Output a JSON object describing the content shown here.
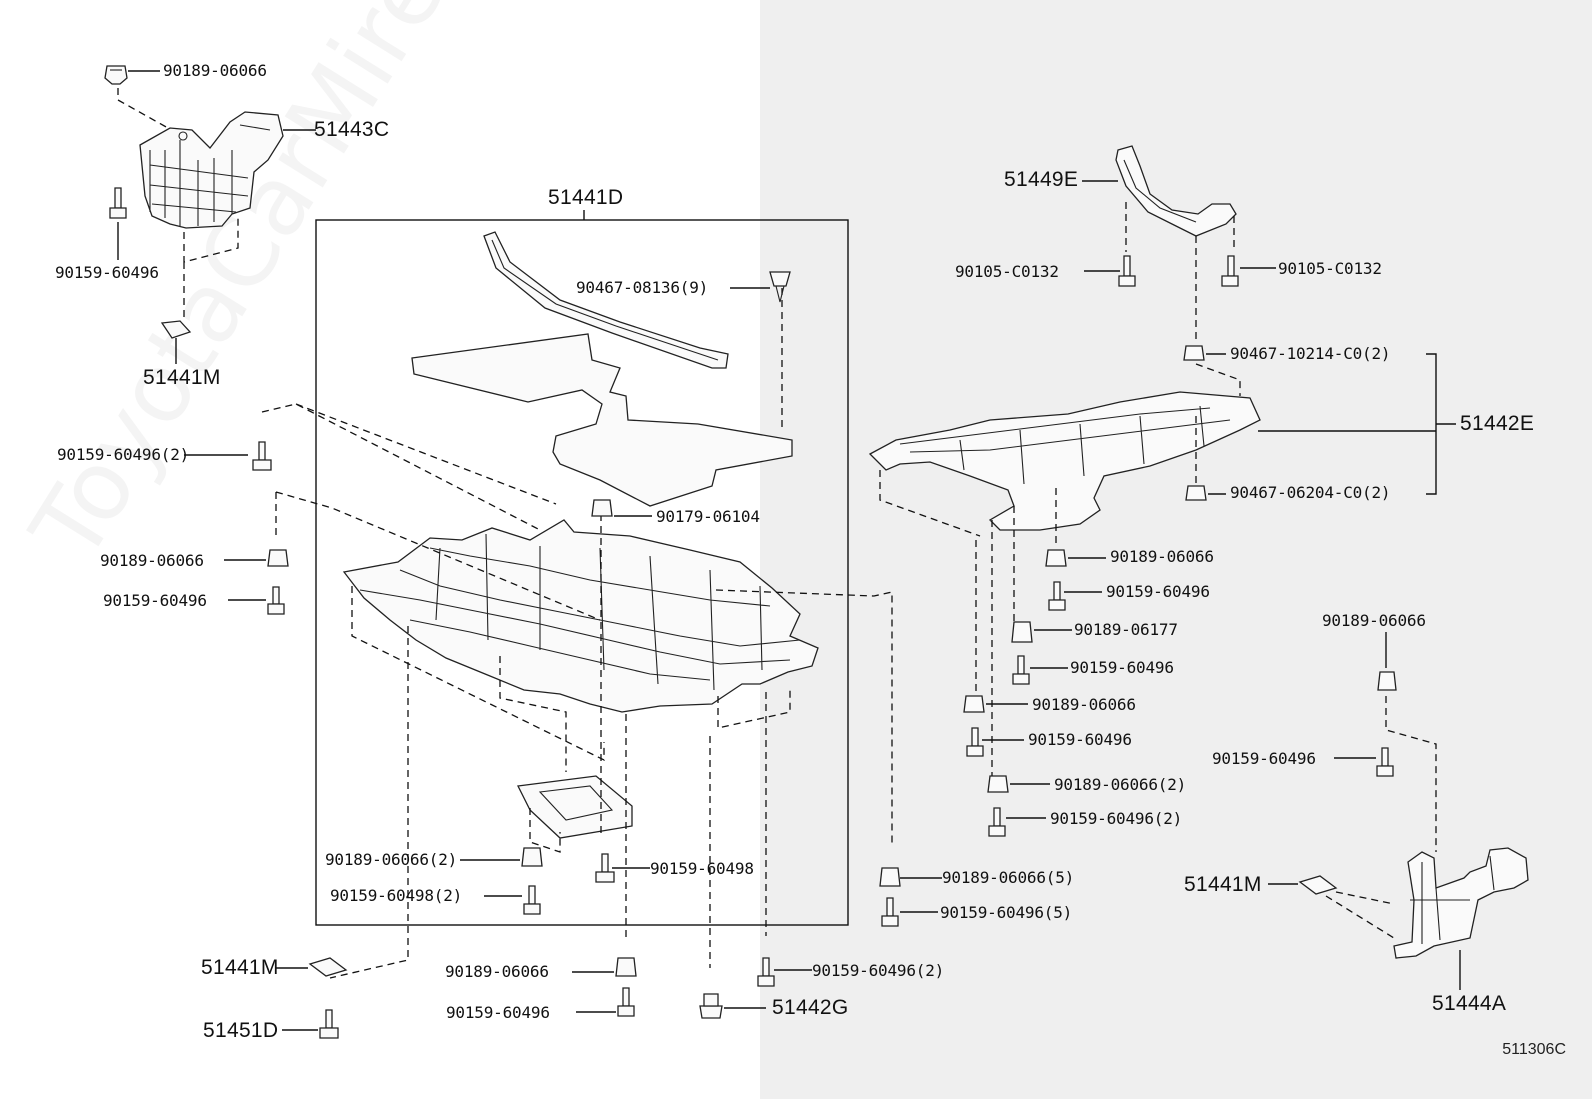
{
  "watermark": "ToyotaCarMire.ru",
  "diagram_code": "511306C",
  "labels": {
    "l_90189_06066_tl": "90189-06066",
    "l_51443C": "51443C",
    "l_90159_60496_tl": "90159-60496",
    "l_51441M_tl": "51441M",
    "l_51441D": "51441D",
    "l_90467_08136": "90467-08136(9)",
    "l_90159_60496_2_l": "90159-60496(2)",
    "l_90189_06066_l": "90189-06066",
    "l_90159_60496_l": "90159-60496",
    "l_90179_06104": "90179-06104",
    "l_90189_06066_2_b": "90189-06066(2)",
    "l_90159_60498_2": "90159-60498(2)",
    "l_90159_60498": "90159-60498",
    "l_51441M_bl": "51441M",
    "l_51451D": "51451D",
    "l_90189_06066_bc": "90189-06066",
    "l_90159_60496_bc": "90159-60496",
    "l_90159_60496_2_bc": "90159-60496(2)",
    "l_51442G": "51442G",
    "l_90189_06066_5": "90189-06066(5)",
    "l_90159_60496_5": "90159-60496(5)",
    "l_51449E": "51449E",
    "l_90105_C0132_a": "90105-C0132",
    "l_90105_C0132_b": "90105-C0132",
    "l_90467_10214": "90467-10214-C0(2)",
    "l_51442E": "51442E",
    "l_90467_06204": "90467-06204-C0(2)",
    "l_90189_06066_r1": "90189-06066",
    "l_90159_60496_r1": "90159-60496",
    "l_90189_06177": "90189-06177",
    "l_90159_60496_r2": "90159-60496",
    "l_90189_06066_r2": "90189-06066",
    "l_90159_60496_r3": "90159-60496",
    "l_90189_06066_2_r": "90189-06066(2)",
    "l_90159_60496_2_r": "90159-60496(2)",
    "l_90189_06066_rr": "90189-06066",
    "l_90159_60496_rr": "90159-60496",
    "l_51441M_r": "51441M",
    "l_51444A": "51444A"
  }
}
